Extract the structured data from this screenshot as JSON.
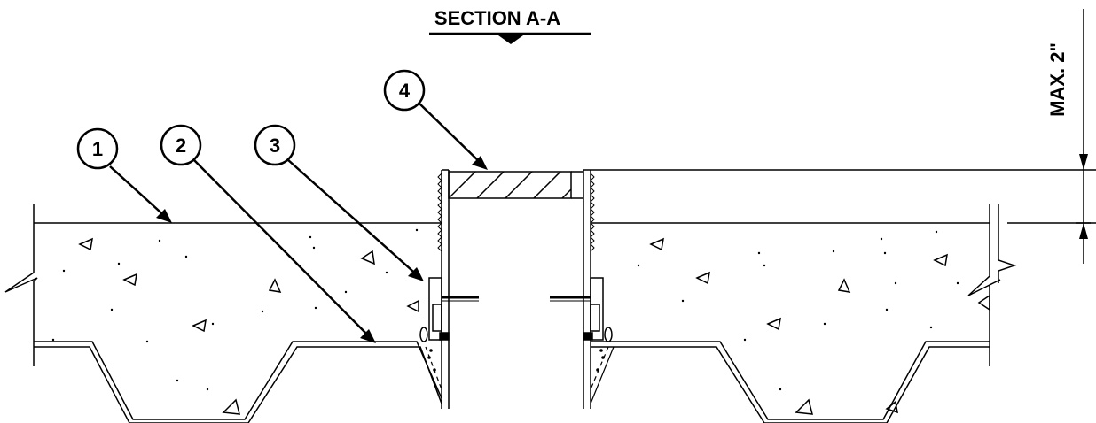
{
  "title": "SECTION A-A",
  "callouts": [
    {
      "id": "1",
      "label": "1"
    },
    {
      "id": "2",
      "label": "2"
    },
    {
      "id": "3",
      "label": "3"
    },
    {
      "id": "4",
      "label": "4"
    }
  ],
  "dimension_label": "MAX. 2\""
}
